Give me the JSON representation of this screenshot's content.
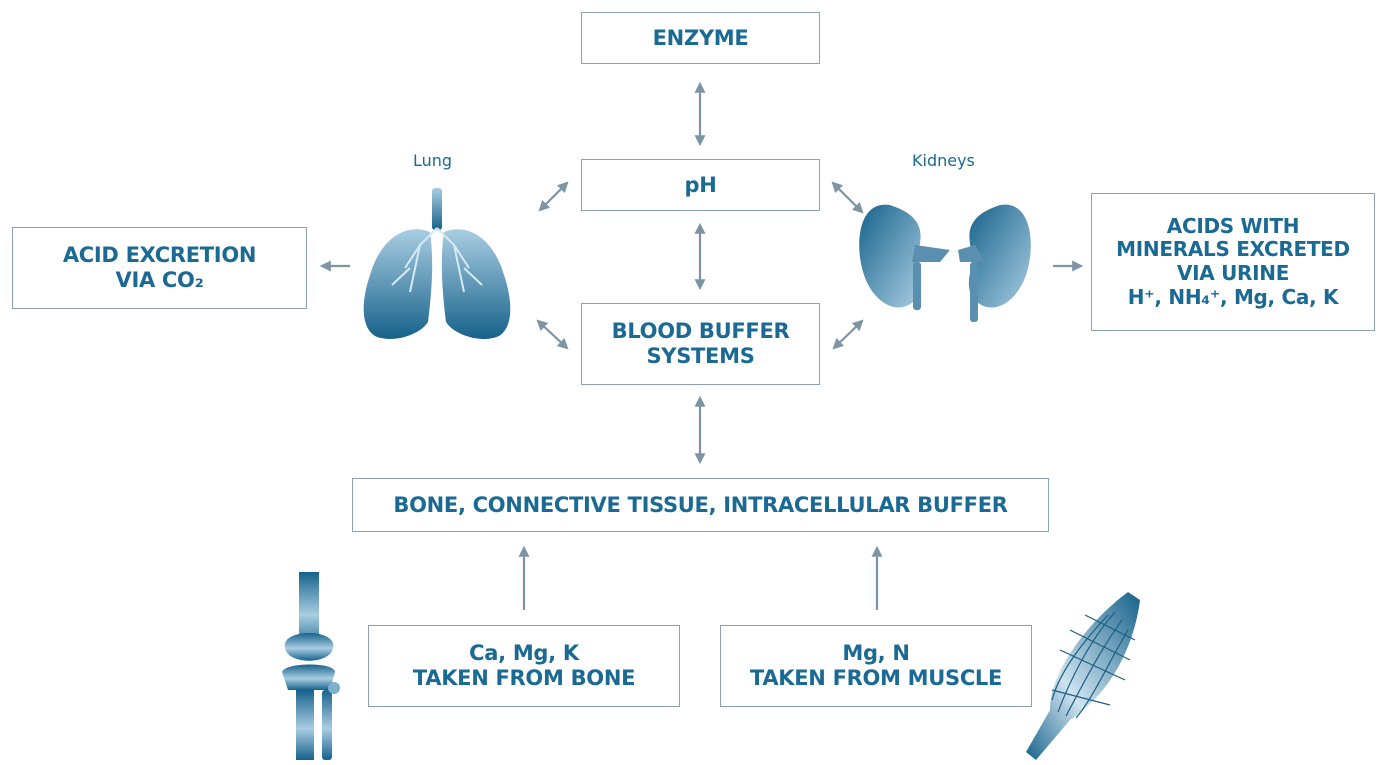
{
  "colors": {
    "text": "#1a6a94",
    "box_border": "#8aa2b3",
    "arrow": "#7d94a4",
    "organ_dark": "#17628b",
    "organ_light": "#a9cde2"
  },
  "nodes": {
    "enzyme": "ENZYME",
    "ph": "pH",
    "blood_buffer": [
      "BLOOD BUFFER",
      "SYSTEMS"
    ],
    "acid_excretion": [
      "ACID EXCRETION",
      "VIA CO₂"
    ],
    "acids_minerals": [
      "ACIDS WITH",
      "MINERALS EXCRETED",
      "VIA URINE",
      "H⁺, NH₄⁺, Mg, Ca, K"
    ],
    "bone_buffer": "BONE, CONNECTIVE TISSUE, INTRACELLULAR BUFFER",
    "from_bone": [
      "Ca, Mg, K",
      "TAKEN FROM BONE"
    ],
    "from_muscle": [
      "Mg, N",
      "TAKEN FROM MUSCLE"
    ]
  },
  "labels": {
    "lung": "Lung",
    "kidneys": "Kidneys"
  },
  "icons": [
    "lungs-icon",
    "kidneys-icon",
    "knee-joint-icon",
    "muscle-fiber-icon"
  ]
}
